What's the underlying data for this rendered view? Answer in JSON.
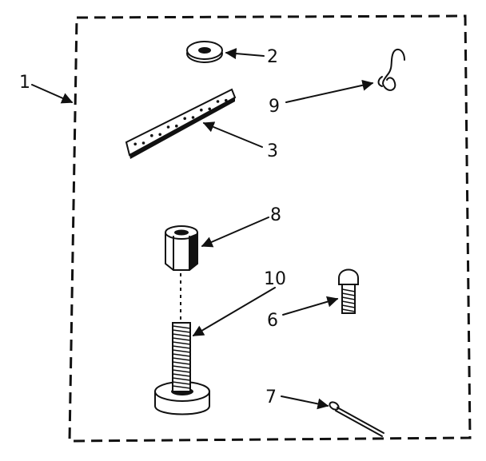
{
  "callouts": {
    "c1": "1",
    "c2": "2",
    "c3": "3",
    "c6": "6",
    "c7": "7",
    "c8": "8",
    "c9": "9",
    "c10": "10"
  },
  "icons": {
    "frame": "dashed-kit-boundary",
    "p2": "washer-icon",
    "p3": "perforated-strap-icon",
    "p6": "bolt-icon",
    "p7": "cotter-pin-icon",
    "p8": "hex-coupling-nut-icon",
    "p9": "hook-icon",
    "p10": "leveling-foot-icon"
  },
  "colors": {
    "ink": "#111111",
    "paper": "#ffffff"
  }
}
